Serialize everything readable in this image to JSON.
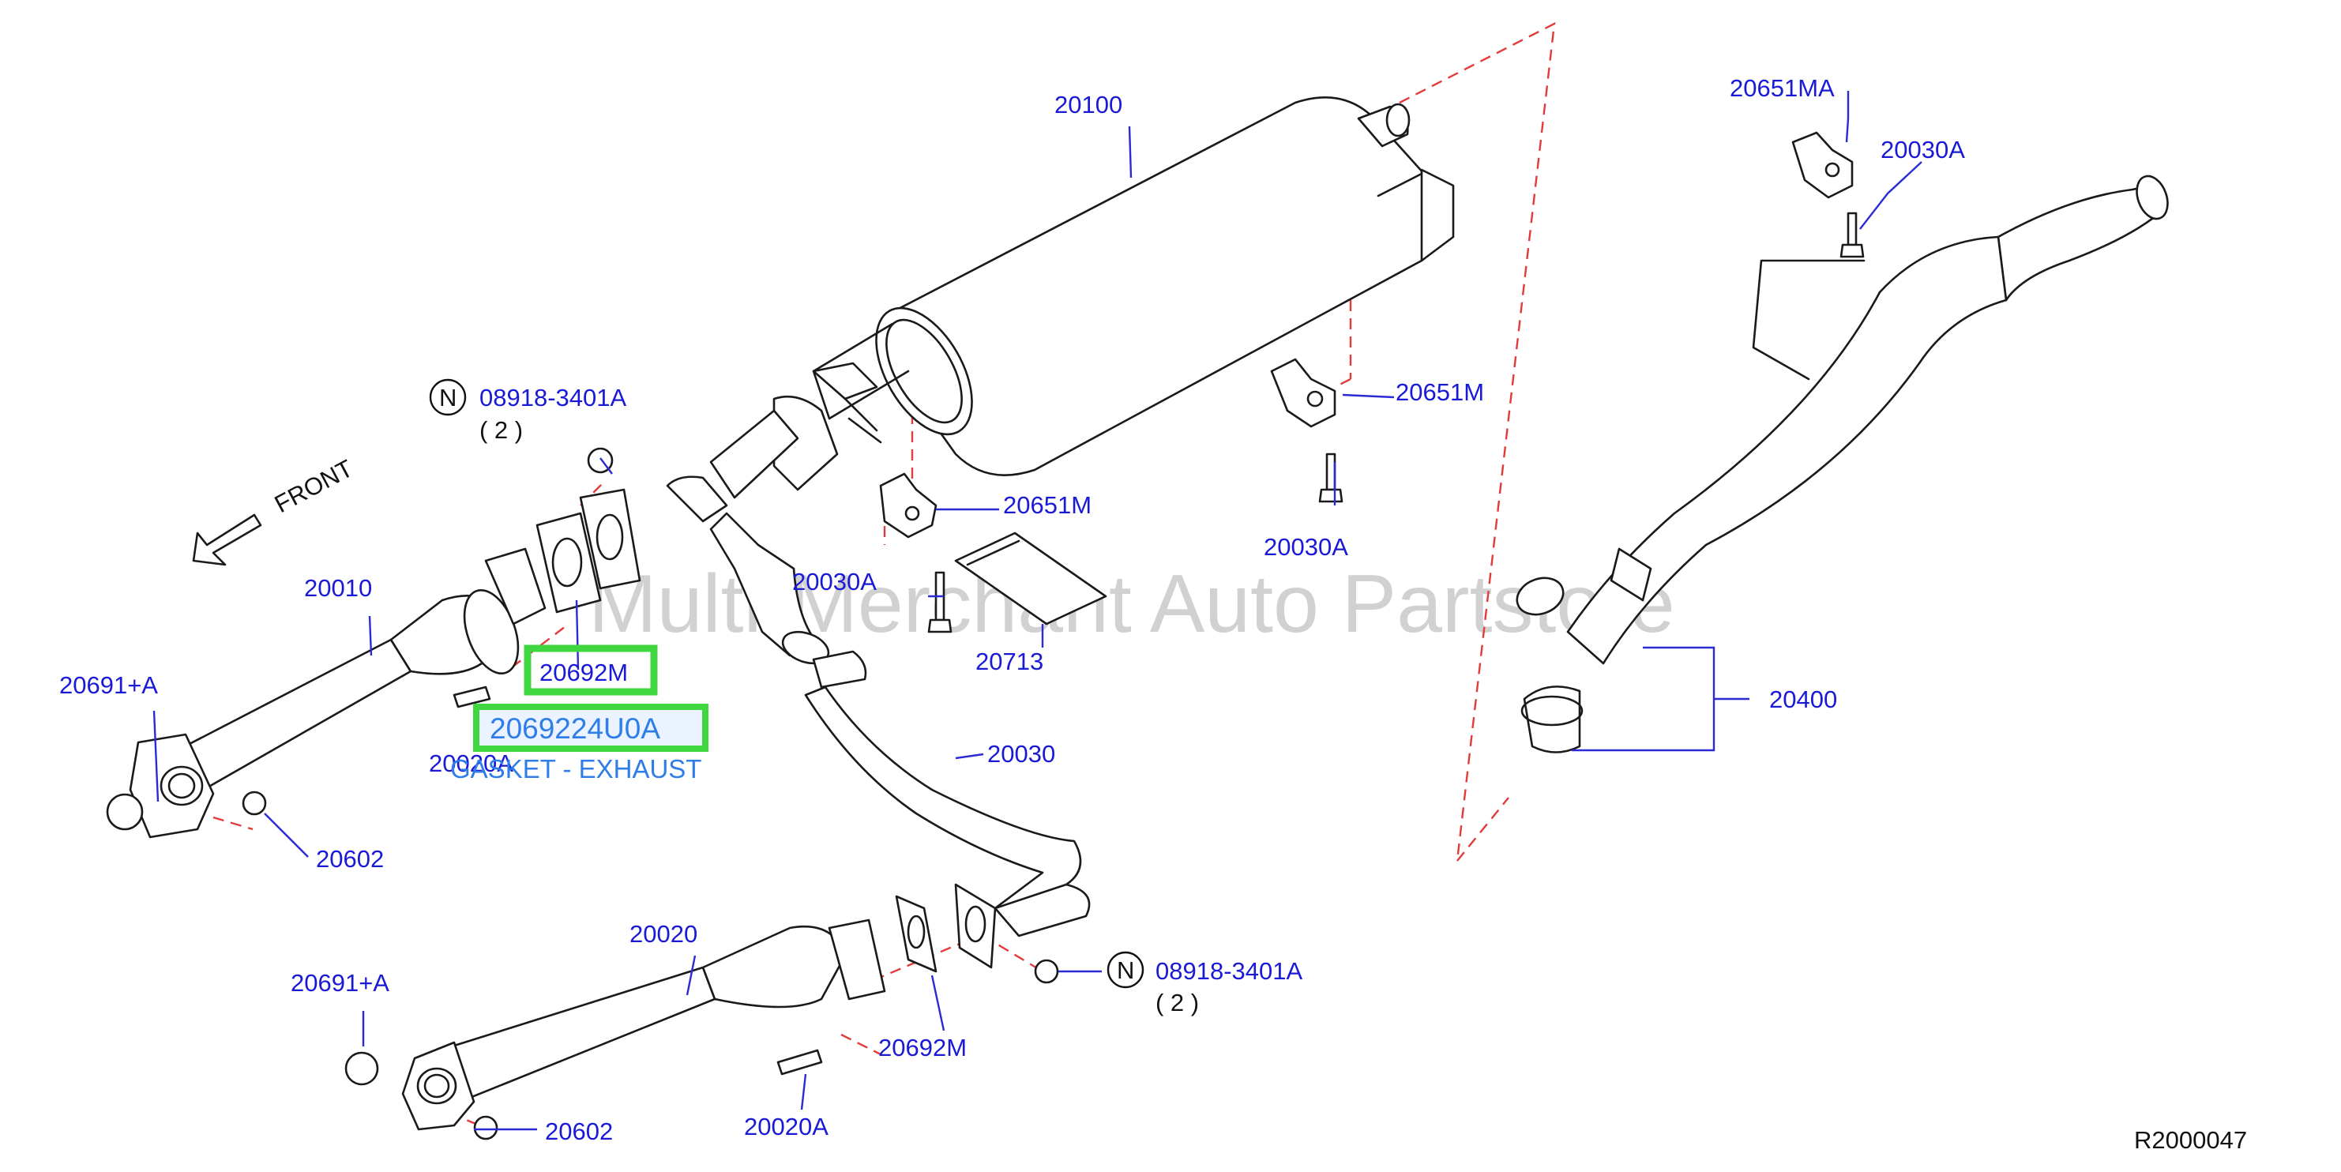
{
  "watermark": "Multi-Merchant Auto Partstore",
  "front_label": "FRONT",
  "diagram_code": "R2000047",
  "tooltip": {
    "part_number": "2069224U0A",
    "description": "GASKET - EXHAUST"
  },
  "callouts": {
    "muffler": "20100",
    "mount_rear_top": "20651MA",
    "bolt_rear_top": "20030A",
    "mount_center": "20651M",
    "bolt_center": "20030A",
    "mount_front": "20651M",
    "bolt_front": "20030A",
    "heat_insulator": "20713",
    "tail_tube": "20400",
    "nut_spec_top": "08918-3401A",
    "nut_qty_top": "( 2 )",
    "nut_spec_bottom": "08918-3401A",
    "nut_qty_bottom": "( 2 )",
    "front_tube": "20010",
    "gasket_top": "20692M",
    "stud_top": "20020A",
    "ring_top": "20691+A",
    "nut_top": "20602",
    "center_pipe": "20030",
    "front_tube_2": "20020",
    "ring_bottom": "20691+A",
    "gasket_bottom": "20692M",
    "stud_bottom": "20020A",
    "nut_bottom": "20602"
  },
  "n_symbol": "N",
  "colors": {
    "label_blue": "#1a1ad6",
    "highlight_green": "#3fd63f",
    "dash_red": "#e23b3b",
    "tooltip_blue": "#2f7de8"
  }
}
